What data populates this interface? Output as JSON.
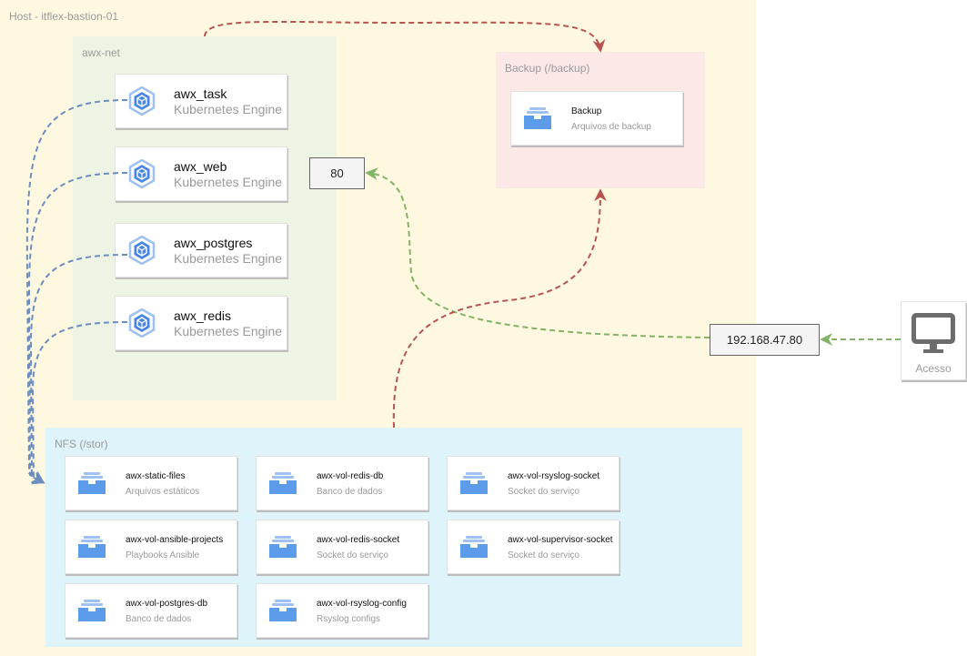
{
  "zones": {
    "host": "Host - itflex-bastion-01",
    "awx_net": "awx-net",
    "backup": "Backup (/backup)",
    "nfs": "NFS (/stor)"
  },
  "k8s_services": [
    {
      "name": "awx_task",
      "engine": "Kubernetes Engine",
      "icon": "kubernetes-engine-icon"
    },
    {
      "name": "awx_web",
      "engine": "Kubernetes Engine",
      "icon": "kubernetes-engine-icon"
    },
    {
      "name": "awx_postgres",
      "engine": "Kubernetes Engine",
      "icon": "kubernetes-engine-icon"
    },
    {
      "name": "awx_redis",
      "engine": "Kubernetes Engine",
      "icon": "kubernetes-engine-icon"
    }
  ],
  "backup_store": {
    "name": "Backup",
    "desc": "Arquivos de backup",
    "icon": "storage-icon"
  },
  "nfs_volumes": [
    {
      "name": "awx-static-files",
      "desc": "Arquivos estáticos"
    },
    {
      "name": "awx-vol-redis-db",
      "desc": "Banco de dados"
    },
    {
      "name": "awx-vol-rsyslog-socket",
      "desc": "Socket do serviço"
    },
    {
      "name": "awx-vol-ansible-projects",
      "desc": "Playbooks Ansible"
    },
    {
      "name": "awx-vol-redis-socket",
      "desc": "Socket do serviço"
    },
    {
      "name": "awx-vol-supervisor-socket",
      "desc": "Socket do serviço"
    },
    {
      "name": "awx-vol-postgres-db",
      "desc": "Banco de dados"
    },
    {
      "name": "awx-vol-rsyslog-config",
      "desc": "Rsyslog configs"
    }
  ],
  "ports": {
    "internal": "80",
    "external": "192.168.47.80"
  },
  "client": {
    "label": "Acesso",
    "icon": "monitor-icon"
  },
  "colors": {
    "host_bg": "#fff8e1",
    "awx_net_bg": "#eef4e4",
    "backup_bg": "#fde8e8",
    "nfs_bg": "#dff3fb",
    "k8s_icon": "#4a86e8",
    "storage_icon": "#5b9bea",
    "edge_blue": "#6c8ebf",
    "edge_green": "#82b366",
    "edge_red": "#b85450"
  }
}
